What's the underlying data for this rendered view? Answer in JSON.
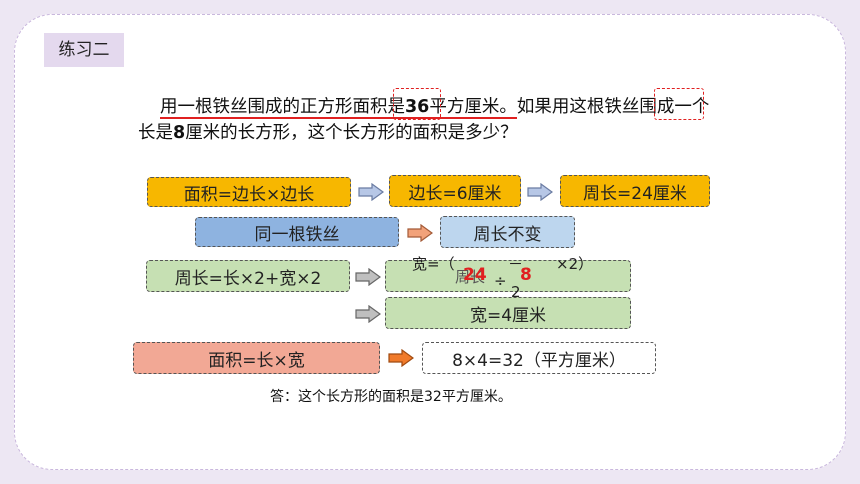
{
  "tag": "练习二",
  "problem": {
    "p1": "用一根铁丝围成的正方形面积是",
    "p1b": "36",
    "p2": "平方厘米。",
    "p3": "如果用这根铁丝围成一个长是",
    "p3b": "8",
    "p4": "厘米的长方形，这个长方形的面积是多少？"
  },
  "flow": {
    "area_square": "面积=边长×边长",
    "side": "边长=6厘米",
    "perimeter": "周长=24厘米",
    "same_wire": "同一根铁丝",
    "perimeter_same": "周长不变",
    "perimeter_rect": "周长=长×2+宽×2",
    "formula_top": "宽=（",
    "formula_mid": "周长",
    "formula_minus": "－",
    "formula_times": "×2）",
    "formula_div": "÷",
    "formula_two": "2",
    "red_24": "24",
    "red_8": "8",
    "width": "宽=4厘米",
    "area_rect": "面积=长×宽",
    "result": "8×4=32（平方厘米）"
  },
  "answer": "答：这个长方形的面积是32平方厘米。",
  "colors": {
    "orange": "#f7b700",
    "blue_dark": "#8eb3e0",
    "blue_light": "#bdd6ee",
    "green": "#c6e0b3",
    "salmon": "#f2a895",
    "red": "#e02020"
  }
}
